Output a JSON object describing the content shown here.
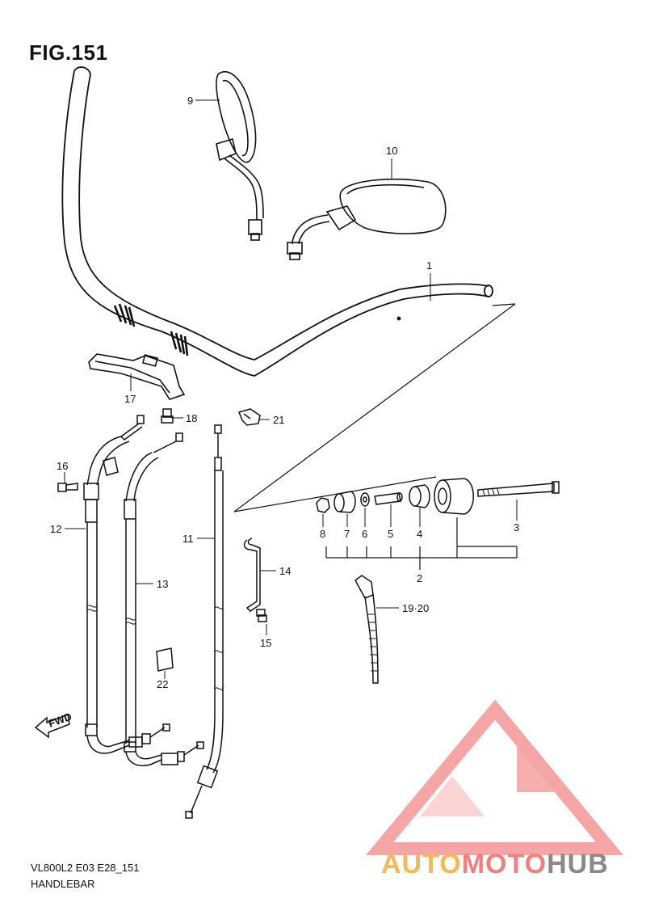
{
  "figure": {
    "title": "FIG.151",
    "model_code": "VL800L2 E03 E28_151",
    "section_name": "HANDLEBAR"
  },
  "parts": [
    {
      "id": "p1",
      "label": "1"
    },
    {
      "id": "p2",
      "label": "2"
    },
    {
      "id": "p3",
      "label": "3"
    },
    {
      "id": "p4",
      "label": "4"
    },
    {
      "id": "p5",
      "label": "5"
    },
    {
      "id": "p6",
      "label": "6"
    },
    {
      "id": "p7",
      "label": "7"
    },
    {
      "id": "p8",
      "label": "8"
    },
    {
      "id": "p9",
      "label": "9"
    },
    {
      "id": "p10",
      "label": "10"
    },
    {
      "id": "p11",
      "label": "11"
    },
    {
      "id": "p12",
      "label": "12"
    },
    {
      "id": "p13",
      "label": "13"
    },
    {
      "id": "p14",
      "label": "14"
    },
    {
      "id": "p15",
      "label": "15"
    },
    {
      "id": "p16",
      "label": "16"
    },
    {
      "id": "p17",
      "label": "17"
    },
    {
      "id": "p18",
      "label": "18"
    },
    {
      "id": "p19_20",
      "label": "19·20"
    },
    {
      "id": "p21",
      "label": "21"
    },
    {
      "id": "p22",
      "label": "22"
    }
  ],
  "fwd_arrow": {
    "label": "FWD"
  },
  "watermark": {
    "part1": "AUTO",
    "part2": "MOTO",
    "part3": "HUB",
    "color_orange": "#f5b75a",
    "color_red": "#f27f7f",
    "color_gray": "#8a8a8a"
  }
}
